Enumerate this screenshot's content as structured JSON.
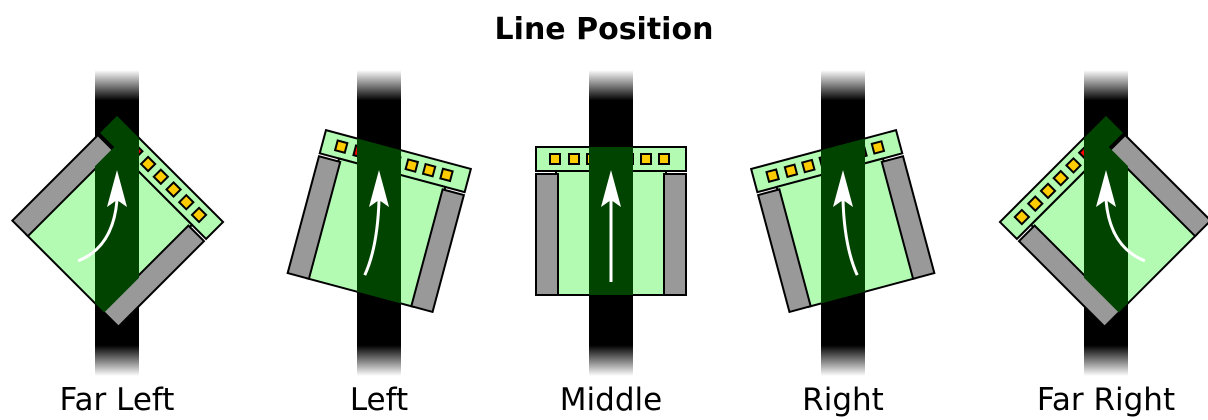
{
  "title": "Line Position",
  "positions": [
    {
      "label": "Far Left",
      "rotation_deg": 45
    },
    {
      "label": "Left",
      "rotation_deg": 15
    },
    {
      "label": "Middle",
      "rotation_deg": 0
    },
    {
      "label": "Right",
      "rotation_deg": -15
    },
    {
      "label": "Far Right",
      "rotation_deg": -45
    }
  ],
  "sensor_states": [
    [
      "on",
      "on",
      "off",
      "off",
      "off",
      "off",
      "off"
    ],
    [
      "off",
      "on",
      "on",
      "off",
      "off",
      "off",
      "off"
    ],
    [
      "off",
      "off",
      "off",
      "on",
      "on",
      "off",
      "off"
    ],
    [
      "off",
      "off",
      "off",
      "off",
      "on",
      "on",
      "off"
    ],
    [
      "off",
      "off",
      "off",
      "off",
      "off",
      "on",
      "on"
    ]
  ],
  "colors": {
    "robot_body": "#b3fbb3",
    "line_on_body": "#004400",
    "track_line": "#000000",
    "wheel": "#999999",
    "sensor_on": "#ff0000",
    "sensor_off": "#ffcc00",
    "arrow": "#ffffff"
  }
}
